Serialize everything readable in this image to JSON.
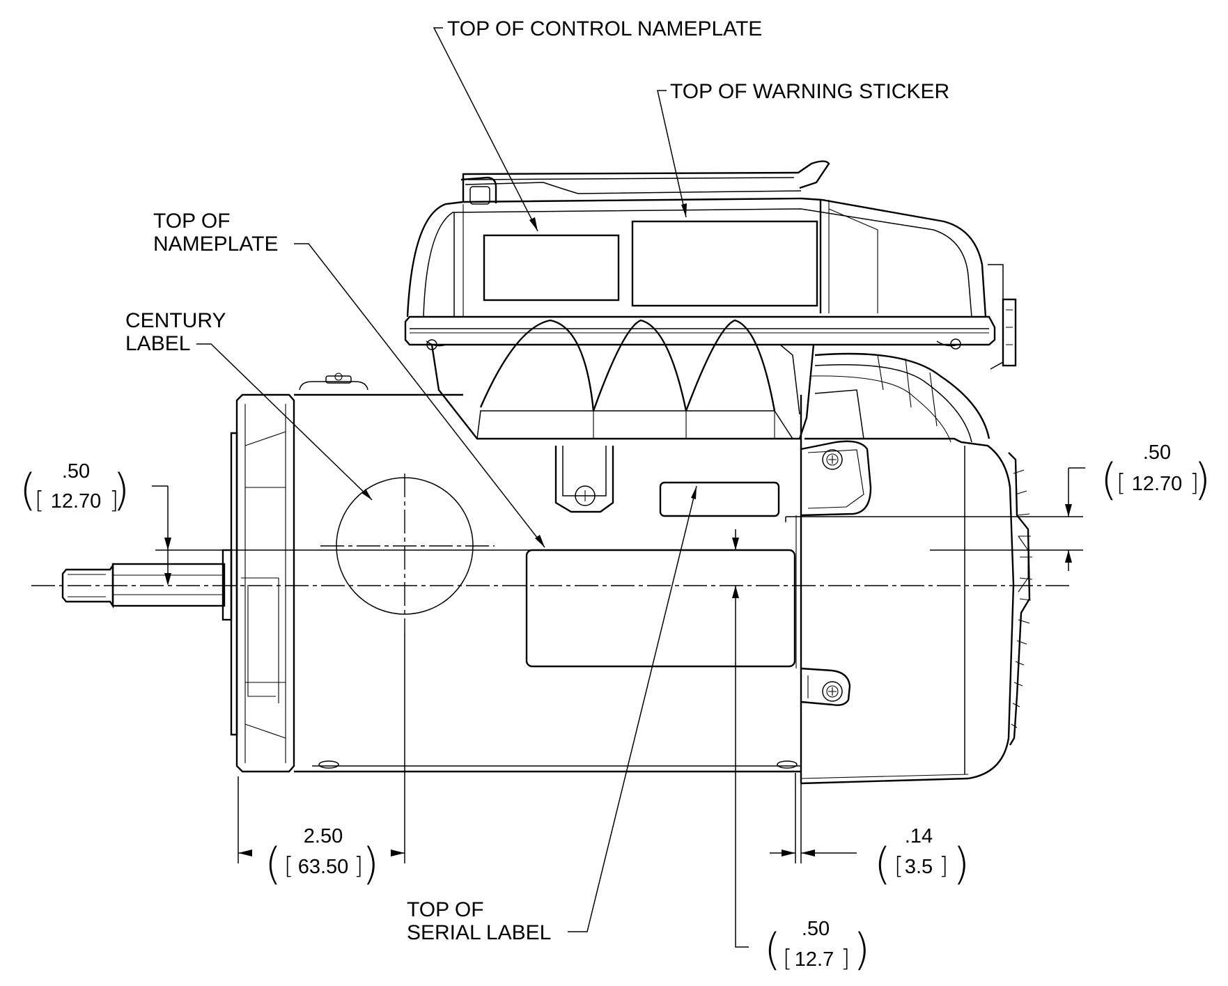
{
  "labels": {
    "control_nameplate": "TOP OF CONTROL NAMEPLATE",
    "warning_sticker": "TOP OF WARNING STICKER",
    "nameplate_line1": "TOP OF",
    "nameplate_line2": "NAMEPLATE",
    "century_line1": "CENTURY",
    "century_line2": "LABEL",
    "serial_line1": "TOP OF",
    "serial_line2": "SERIAL LABEL"
  },
  "dimensions": {
    "left_vertical": {
      "inch": ".50",
      "mm": "12.70"
    },
    "right_vertical": {
      "inch": ".50",
      "mm": "12.70"
    },
    "bottom_left": {
      "inch": "2.50",
      "mm": "63.50"
    },
    "bottom_right": {
      "inch": ".14",
      "mm": "3.5"
    },
    "bottom_center": {
      "inch": ".50",
      "mm": "12.7"
    }
  }
}
